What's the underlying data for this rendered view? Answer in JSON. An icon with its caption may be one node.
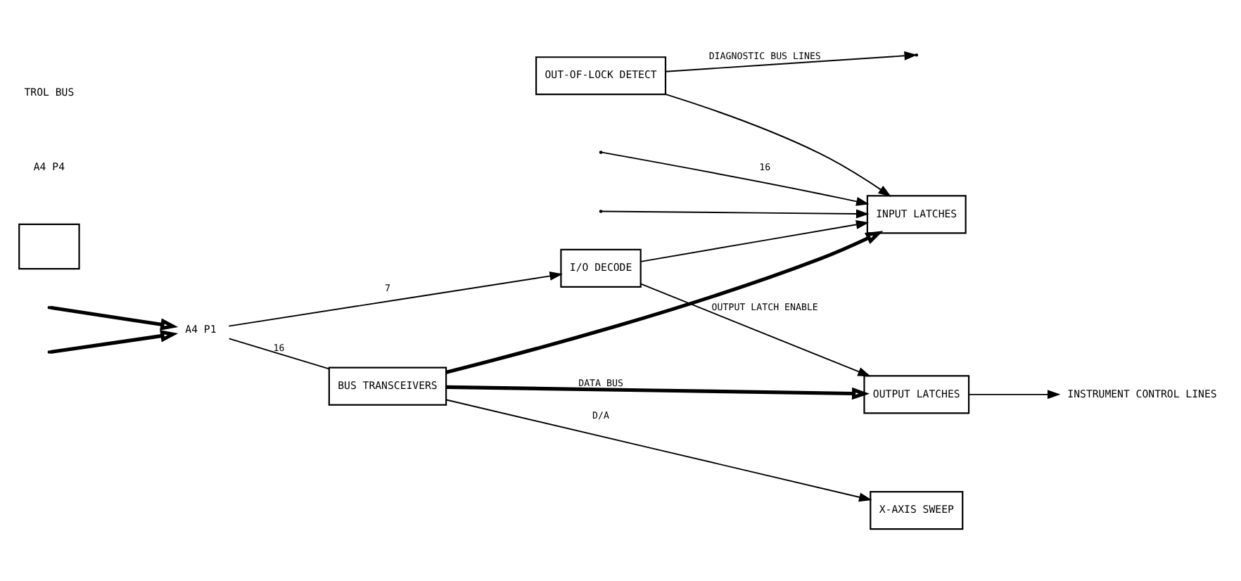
{
  "diagram": {
    "nodes": [
      {
        "text": [
          "BUS TRANSCEIVERS"
        ]
      },
      {
        "text": [
          "I/O DECODE"
        ]
      },
      {
        "text": [
          "OUTPUT LATCHES"
        ]
      },
      {
        "text": [
          "X-AXIS SWEEP"
        ]
      },
      {
        "text": [
          "INPUT LATCHES"
        ]
      },
      {
        "text": [
          "OUT-OF-LOCK DETECT"
        ]
      },
      {
        "text": [],
        "shape": "box"
      },
      {
        "text": [
          "A4 P1"
        ]
      },
      {
        "text": [
          "INSTRUMENT CONTROL LINES"
        ]
      }
    ],
    "edges": [
      {
        "from": null,
        "to": 7,
        "arrow": "to",
        "style": "thick"
      },
      {
        "from": null,
        "to": 7,
        "arrow": "to",
        "style": "thick"
      },
      {
        "from": 7,
        "to": 1,
        "arrow": "to",
        "label": "7"
      },
      {
        "from": 7,
        "to": 0,
        "arrow": "none",
        "label": "16"
      },
      {
        "from": 0,
        "to": 3,
        "arrow": "to",
        "label": "D/A"
      },
      {
        "from": 1,
        "to": 2,
        "arrow": "to",
        "label": "OUTPUT LATCH ENABLE"
      },
      {
        "from": 1,
        "to": 4,
        "arrow": "to"
      },
      {
        "from": 0,
        "to": 2,
        "arrow": "to",
        "label": "DATA BUS",
        "style": "thick"
      },
      {
        "from": 0,
        "to": 4,
        "arrow": "to",
        "style": "thick"
      },
      {
        "from": 2,
        "to": 8,
        "arrow": "to"
      },
      {
        "from": null,
        "to": 4,
        "arrow": "to",
        "label": "16"
      },
      {
        "from": null,
        "to": 4,
        "arrow": "to"
      },
      {
        "from": 5,
        "to": 4,
        "arrow": "to"
      },
      {
        "from": 5,
        "to": null,
        "arrow": "to",
        "label": "DIAGNOSTIC BUS LINES"
      }
    ],
    "labels": [
      "A4 P4",
      "TROL BUS"
    ]
  }
}
